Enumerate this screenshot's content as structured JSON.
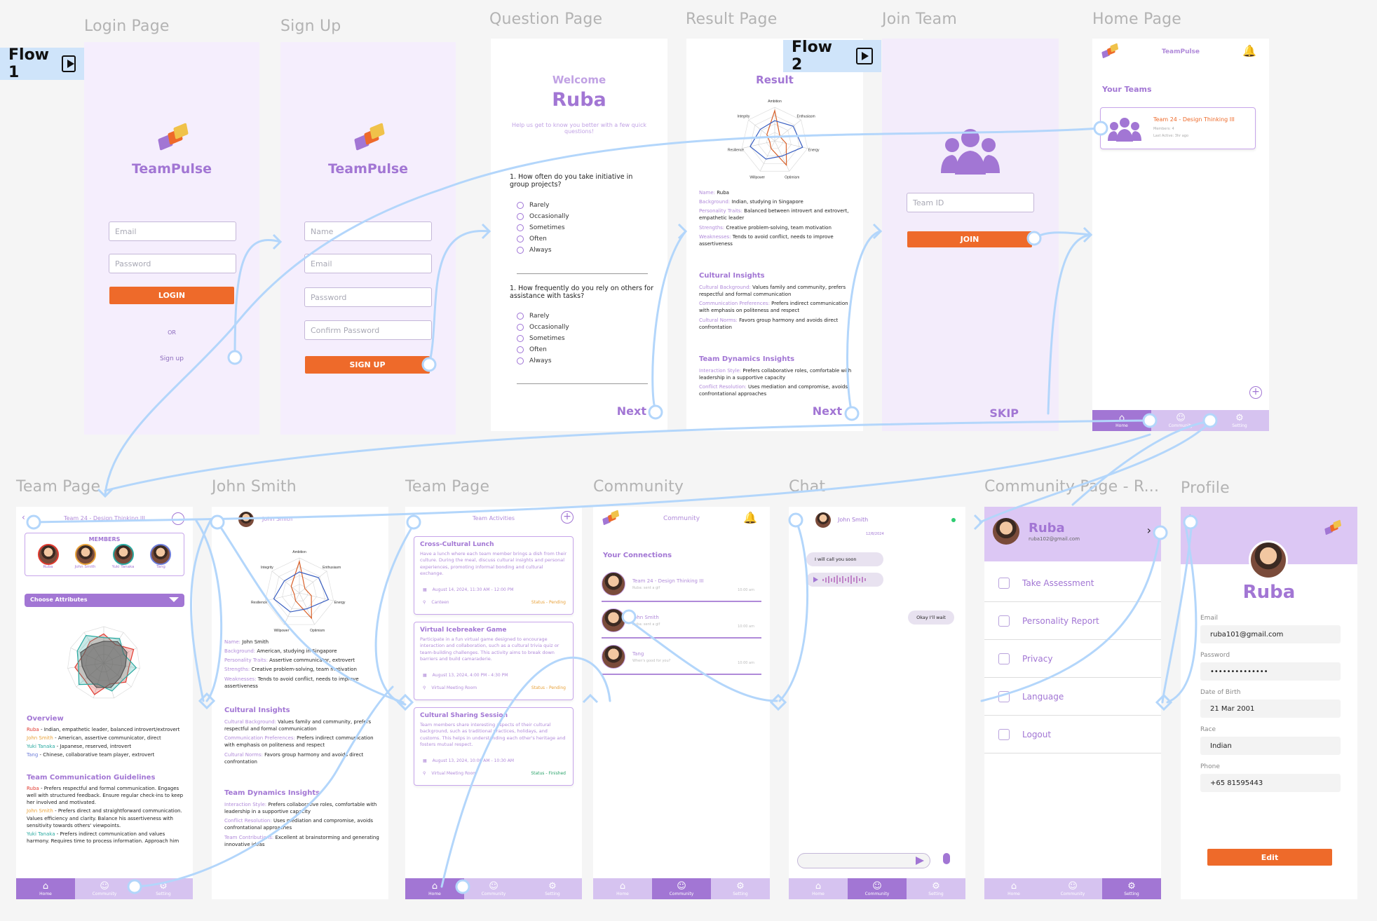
{
  "flow_tags": {
    "flow1": "Flow 1",
    "flow2": "Flow 2"
  },
  "labels": {
    "login": "Login Page",
    "signup": "Sign Up",
    "question": "Question Page",
    "result": "Result Page",
    "join": "Join Team",
    "home": "Home Page",
    "team1": "Team Page",
    "john": "John Smith",
    "team2": "Team Page",
    "community": "Community",
    "chat": "Chat",
    "community_page": "Community Page - R...",
    "profile": "Profile"
  },
  "login": {
    "brand": "TeamPulse",
    "email_ph": "Email",
    "password_ph": "Password",
    "login_btn": "LOGIN",
    "or": "OR",
    "signup_link": "Sign up"
  },
  "signup": {
    "brand": "TeamPulse",
    "name_ph": "Name",
    "email_ph": "Email",
    "password_ph": "Password",
    "confirm_ph": "Confirm Password",
    "signup_btn": "SIGN UP"
  },
  "question": {
    "welcome": "Welcome",
    "name": "Ruba",
    "subtitle": "Help us get to know you better with a few quick questions!",
    "q1": "1.  How often do you take initiative in group projects?",
    "q2": "1.  How frequently do you rely on others for assistance with tasks?",
    "options": [
      "Rarely",
      "Occasionally",
      "Sometimes",
      "Often",
      "Always"
    ],
    "next": "Next"
  },
  "result": {
    "title": "Result",
    "radar_axes": [
      "Ambition",
      "Enthusiasm",
      "Energy",
      "Optimism",
      "Willpower",
      "Resilience",
      "Integrity"
    ],
    "lines": [
      {
        "k": "Name:",
        "v": "Ruba"
      },
      {
        "k": "Background:",
        "v": "Indian, studying in Singapore"
      },
      {
        "k": "Personality Traits:",
        "v": "Balanced between introvert and extrovert, empathetic leader"
      },
      {
        "k": "Strengths:",
        "v": "Creative problem-solving, team motivation"
      },
      {
        "k": "Weaknesses:",
        "v": "Tends to avoid conflict, needs to improve assertiveness"
      }
    ],
    "cultural_title": "Cultural Insights",
    "cultural": [
      {
        "k": "Cultural Background:",
        "v": "Values family and community, prefers respectful and formal communication"
      },
      {
        "k": "Communication Preferences:",
        "v": "Prefers indirect communication with emphasis on politeness and respect"
      },
      {
        "k": "Cultural Norms:",
        "v": "Favors group harmony and avoids direct confrontation"
      }
    ],
    "dyn_title": "Team Dynamics Insights",
    "dyn": [
      {
        "k": "Interaction Style:",
        "v": "Prefers collaborative roles, comfortable with leadership in a supportive capacity"
      },
      {
        "k": "Conflict Resolution:",
        "v": "Uses mediation and compromise, avoids confrontational approaches"
      }
    ],
    "next": "Next"
  },
  "join": {
    "team_id_ph": "Team ID",
    "join_btn": "JOIN",
    "skip": "SKIP"
  },
  "home": {
    "app": "TeamPulse",
    "your_teams": "Your Teams",
    "team_name": "Team 24 - Design Thinking III",
    "team_members": "Members: 4",
    "team_active": "Last Active: 3hr ago"
  },
  "nav": {
    "home": "Home",
    "community": "Community",
    "setting": "Setting"
  },
  "team_page": {
    "title": "Team 24 - Design Thinking III",
    "members_label": "MEMBERS",
    "members": [
      "Ruba",
      "John Smith",
      "Yuki Tanaka",
      "Tang"
    ],
    "choose": "Choose Attributes",
    "overview_title": "Overview",
    "overview": [
      {
        "k": "Ruba",
        "v": " - Indian, empathetic leader, balanced introvert/extrovert",
        "c": "#e0392f"
      },
      {
        "k": "John Smith",
        "v": " - American, assertive communicator, direct",
        "c": "#e8a23a"
      },
      {
        "k": "Yuki Tanaka",
        "v": " - Japanese, reserved, introvert",
        "c": "#29a9a0"
      },
      {
        "k": "Tang",
        "v": " - Chinese, collaborative team player, extrovert",
        "c": "#6c7cd9"
      }
    ],
    "guide_title": "Team Communication Guidelines",
    "guide": [
      {
        "k": "Ruba",
        "v": " - Prefers respectful and formal communication. Engages well with structured feedback. Ensure regular check-ins to keep her involved and motivated.",
        "c": "#e0392f"
      },
      {
        "k": "John Smith",
        "v": " - Prefers direct and straightforward communication. Values efficiency and clarity. Balance his assertiveness with sensitivity towards others' viewpoints.",
        "c": "#e8a23a"
      },
      {
        "k": "Yuki Tanaka",
        "v": " - Prefers indirect communication and values harmony. Requires time to process information. Approach him",
        "c": "#29a9a0"
      }
    ]
  },
  "john": {
    "name": "John Smith",
    "lines": [
      {
        "k": "Name:",
        "v": "John Smith"
      },
      {
        "k": "Background:",
        "v": "American, studying in Singapore"
      },
      {
        "k": "Personality Traits:",
        "v": "Assertive communicator, extrovert"
      },
      {
        "k": "Strengths:",
        "v": "Creative problem-solving, team motivation"
      },
      {
        "k": "Weaknesses:",
        "v": "Tends to avoid conflict, needs to improve assertiveness"
      }
    ],
    "cultural_title": "Cultural Insights",
    "cultural": [
      {
        "k": "Cultural Background:",
        "v": "Values family and community, prefers respectful and formal communication"
      },
      {
        "k": "Communication Preferences:",
        "v": "Prefers indirect communication with emphasis on politeness and respect"
      },
      {
        "k": "Cultural Norms:",
        "v": "Favors group harmony and avoids direct confrontation"
      }
    ],
    "dyn_title": "Team Dynamics Insights",
    "dyn": [
      {
        "k": "Interaction Style:",
        "v": "Prefers collaborative roles, comfortable with leadership in a supportive capacity"
      },
      {
        "k": "Conflict Resolution:",
        "v": "Uses mediation and compromise, avoids confrontational approaches"
      },
      {
        "k": "Team Contributions:",
        "v": "Excellent at brainstorming and generating innovative ideas"
      }
    ]
  },
  "activities": {
    "title": "Team Activities",
    "items": [
      {
        "name": "Cross-Cultural Lunch",
        "desc": "Have a lunch where each team member brings a dish from their culture. During the meal, discuss cultural insights and personal experiences, promoting informal bonding and cultural exchange.",
        "date": "August 14, 2024, 11:30 AM - 12:00 PM",
        "place": "Canteen",
        "status": "Status - Pending"
      },
      {
        "name": "Virtual Icebreaker Game",
        "desc": "Participate in a fun virtual game designed to encourage interaction and collaboration, such as a cultural trivia quiz or team-building challenges. This activity aims to break down barriers and build camaraderie.",
        "date": "August 13, 2024, 4:00 PM - 4:30 PM",
        "place": "Virtual Meeting Room",
        "status": "Status - Pending"
      },
      {
        "name": "Cultural Sharing Session",
        "desc": "Team members share interesting aspects of their cultural background, such as traditional practices, holidays, and customs. This helps in understanding each other's heritage and fosters mutual respect.",
        "date": "August 13, 2024, 10:00 AM - 10:30 AM",
        "place": "Virtual Meeting Room",
        "status": "Status - Finished"
      }
    ]
  },
  "community": {
    "title": "Community",
    "your_connections": "Your Connections",
    "items": [
      {
        "name": "Team 24 - Design Thinking III",
        "sub": "Ruba: sent a gif",
        "time": "10:00 am"
      },
      {
        "name": "John Smith",
        "sub": "Ruba: sent a gif",
        "time": "10:00 am"
      },
      {
        "name": "Tang",
        "sub": "When's good for you?",
        "time": "10:00 am"
      }
    ]
  },
  "chat": {
    "name": "John Smith",
    "date": "12/8/2024",
    "msg1": "I will call you soon",
    "msg2": "Okay I'll wait"
  },
  "settings": {
    "name": "Ruba",
    "email": "ruba102@gmail.com",
    "items": [
      "Take Assessment",
      "Personality Report",
      "Privacy",
      "Language",
      "Logout"
    ]
  },
  "profile": {
    "name": "Ruba",
    "fields": [
      {
        "label": "Email",
        "value": "ruba101@gmail.com"
      },
      {
        "label": "Password",
        "value": "••••••••••••••"
      },
      {
        "label": "Date of Birth",
        "value": "21 Mar 2001"
      },
      {
        "label": "Race",
        "value": "Indian"
      },
      {
        "label": "Phone",
        "value": "+65 81595443"
      }
    ],
    "edit": "Edit"
  },
  "colors": {
    "accent": "#a276d4",
    "orange": "#ee6a2a",
    "flow": "#b3d6fb"
  }
}
